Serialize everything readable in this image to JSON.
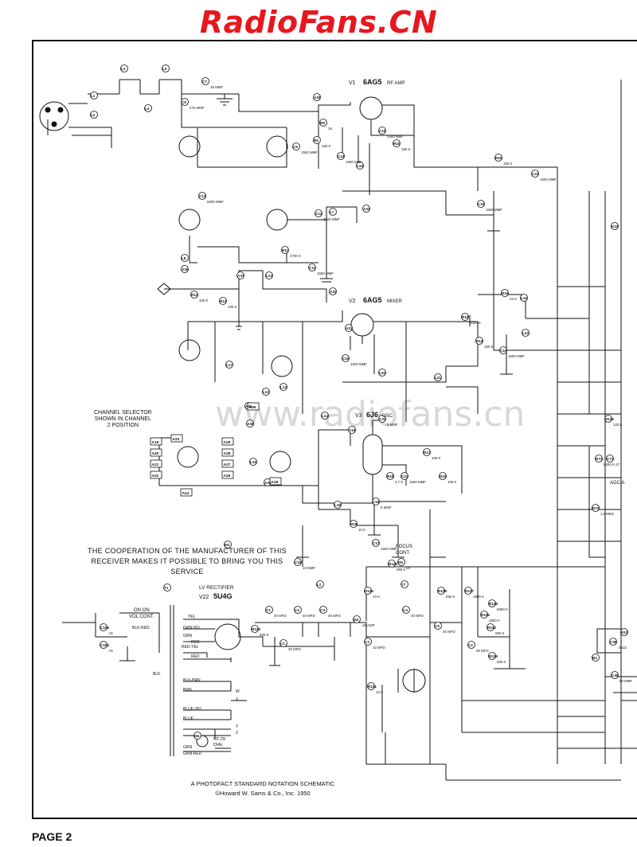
{
  "watermark_brand": "RadioFans.CN",
  "watermark_faint": "www.radiofans.cn",
  "page_label": "PAGE 2",
  "notes": {
    "channel_selector": [
      "CHANNEL SELECTOR",
      "SHOWN IN CHANNEL",
      "2 POSITION"
    ],
    "cooperation": [
      "THE COOPERATION OF THE MANUFACTURER OF THIS",
      "RECEIVER MAKES IT POSSIBLE TO BRING YOU THIS SERVICE"
    ],
    "photofact": "A PHOTOFACT STANDARD NOTATION SCHEMATIC",
    "copyright": "©Howard W. Sams & Co., Inc. 1950"
  },
  "tubes": [
    {
      "id": "V1",
      "type": "6AG5",
      "function": "RF AMP"
    },
    {
      "id": "V2",
      "type": "6AG5",
      "function": "MIXER"
    },
    {
      "id": "V3",
      "type": "6J6",
      "function": "OSC"
    },
    {
      "id": "V22",
      "type": "5U4G",
      "function": "LV RECTIFIER"
    }
  ],
  "labels": {
    "lv_rectifier": "LV RECTIFIER",
    "focus": [
      "FOCUS",
      "CONT."
    ],
    "on_off": [
      "ON ON",
      "VOL CONT."
    ],
    "agc": "AGC A",
    "lamp": [
      "NT-29",
      "DIAL"
    ]
  },
  "component_labels": [
    {
      "ref": "L3",
      "val": ""
    },
    {
      "ref": "L5",
      "val": ""
    },
    {
      "ref": "C7",
      "val": "18 MMF"
    },
    {
      "ref": "C6",
      "val": "270 MMF"
    },
    {
      "ref": "L4",
      "val": ""
    },
    {
      "ref": "L1",
      "val": ""
    },
    {
      "ref": "L2",
      "val": ""
    },
    {
      "ref": "A30",
      "val": ""
    },
    {
      "ref": "R8",
      "val": "1K"
    },
    {
      "ref": "R9",
      "val": "150 K"
    },
    {
      "ref": "C9",
      "val": "1500 MMF"
    },
    {
      "ref": "C10",
      "val": "1500 MMF"
    },
    {
      "ref": "R10",
      "val": "150 K"
    },
    {
      "ref": "C14",
      "val": "1500 MMF"
    },
    {
      "ref": "L19",
      "val": ""
    },
    {
      "ref": "R20",
      "val": "150 K"
    },
    {
      "ref": "C22",
      "val": "1500 MMF"
    },
    {
      "ref": "C13",
      "val": "5000 MMF"
    },
    {
      "ref": "C12",
      "val": "1500 MMF"
    },
    {
      "ref": "L7",
      "val": ""
    },
    {
      "ref": "A33",
      "val": ""
    },
    {
      "ref": "C23",
      "val": "1500 MMF"
    },
    {
      "ref": "R11",
      "val": "2700 K"
    },
    {
      "ref": "C11",
      "val": "1500 MMF"
    },
    {
      "ref": "A35",
      "val": ""
    },
    {
      "ref": "L8",
      "val": ""
    },
    {
      "ref": "R12",
      "val": "100 K"
    },
    {
      "ref": "R13",
      "val": "100 K"
    },
    {
      "ref": "A37",
      "val": ""
    },
    {
      "ref": "L10",
      "val": ""
    },
    {
      "ref": "A32",
      "val": ""
    },
    {
      "ref": "A31",
      "val": ""
    },
    {
      "ref": "R15",
      "val": "1000 K"
    },
    {
      "ref": "R16",
      "val": "22 K"
    },
    {
      "ref": "R14",
      "val": "150 K"
    },
    {
      "ref": "C16",
      "val": "1500 MMF"
    },
    {
      "ref": "L15",
      "val": ""
    },
    {
      "ref": "L22",
      "val": ""
    },
    {
      "ref": "L17",
      "val": ""
    },
    {
      "ref": "C15",
      "val": "1500 MMF"
    },
    {
      "ref": "L20",
      "val": ""
    },
    {
      "ref": "L21",
      "val": ""
    },
    {
      "ref": "L12",
      "val": ""
    },
    {
      "ref": "A34",
      "val": ""
    },
    {
      "ref": "A36",
      "val": ""
    },
    {
      "ref": "L14",
      "val": ""
    },
    {
      "ref": "C20",
      "val": "5 MMF"
    },
    {
      "ref": "A19",
      "val": ""
    },
    {
      "ref": "R17",
      "val": "100 K"
    },
    {
      "ref": "R18",
      "val": "4.7 K"
    },
    {
      "ref": "C21",
      "val": "1500 MMF"
    },
    {
      "ref": "R19",
      "val": "100 K"
    },
    {
      "ref": "L16",
      "val": ""
    },
    {
      "ref": "L13",
      "val": ""
    },
    {
      "ref": "A25",
      "val": ""
    },
    {
      "ref": "L18",
      "val": ""
    },
    {
      "ref": "C18",
      "val": "5 MMF"
    },
    {
      "ref": "R18",
      "val": "10 K"
    },
    {
      "ref": "C17",
      "val": "1500 MMF"
    },
    {
      "ref": "C19",
      "val": "10 MMF"
    },
    {
      "ref": "M1",
      "val": ""
    },
    {
      "ref": "R125",
      "val": "390 K"
    },
    {
      "ref": "R6",
      "val": "5K"
    },
    {
      "ref": "T1",
      "val": ""
    },
    {
      "ref": "L1",
      "val": ""
    },
    {
      "ref": "T7",
      "val": ""
    },
    {
      "ref": "C1",
      "val": "40 MFD"
    },
    {
      "ref": "C2",
      "val": "40 MFD"
    },
    {
      "ref": "C3",
      "val": "40 MFD"
    },
    {
      "ref": "R124",
      "val": "10 K"
    },
    {
      "ref": "M2",
      "val": ".25 AMP"
    },
    {
      "ref": "C4",
      "val": "40 MFD"
    },
    {
      "ref": "R128",
      "val": "650 K"
    },
    {
      "ref": "R127",
      "val": "1800 K"
    },
    {
      "ref": "R129",
      "val": "6800 K"
    },
    {
      "ref": "R126",
      "val": "4800 K"
    },
    {
      "ref": "C5",
      "val": "40 MFD"
    },
    {
      "ref": "R123",
      "val": "500 K"
    },
    {
      "ref": "C1",
      "val": "20 MFD"
    },
    {
      "ref": "C2",
      "val": "10 MFD"
    },
    {
      "ref": "R130",
      "val": "650 K"
    },
    {
      "ref": "C2",
      "val": "50 MFD"
    },
    {
      "ref": "R126",
      "val": "650 K"
    },
    {
      "ref": "R131",
      "val": "10 K"
    },
    {
      "ref": "C105",
      "val": ".01"
    },
    {
      "ref": "C104",
      "val": ".01"
    },
    {
      "ref": "M4",
      "val": ""
    },
    {
      "ref": "R120",
      "val": "120 K"
    },
    {
      "ref": "C71",
      "val": ".47"
    },
    {
      "ref": "R71",
      "val": "8200 K"
    },
    {
      "ref": "R72",
      "val": "1.8 MEG"
    },
    {
      "ref": "K15",
      "val": ""
    },
    {
      "ref": "B1",
      "val": ""
    },
    {
      "ref": "R10",
      "val": ""
    },
    {
      "ref": "C38",
      "val": ".0022"
    },
    {
      "ref": "C39",
      "val": "50 MMF"
    }
  ],
  "selector_terminals": [
    "A19",
    "A20",
    "A21",
    "A22",
    "A23",
    "A24",
    "A26",
    "A27",
    "A28",
    "A29",
    "A36",
    "A25"
  ],
  "transformer_leads": [
    "YEL",
    "GRN-YEL",
    "BLK-RED",
    "GRN",
    "RED",
    "RED-YEL",
    "RED",
    "BLK",
    "BLK-BRN",
    "BRN",
    "W",
    "X",
    "BLUE-YEL",
    "BLUE",
    "Y",
    "Z",
    "GRN",
    "GRN-RED"
  ],
  "colors": {
    "brand": "#e8171d",
    "ink": "#111111",
    "watermark": "#d8d8d8"
  }
}
